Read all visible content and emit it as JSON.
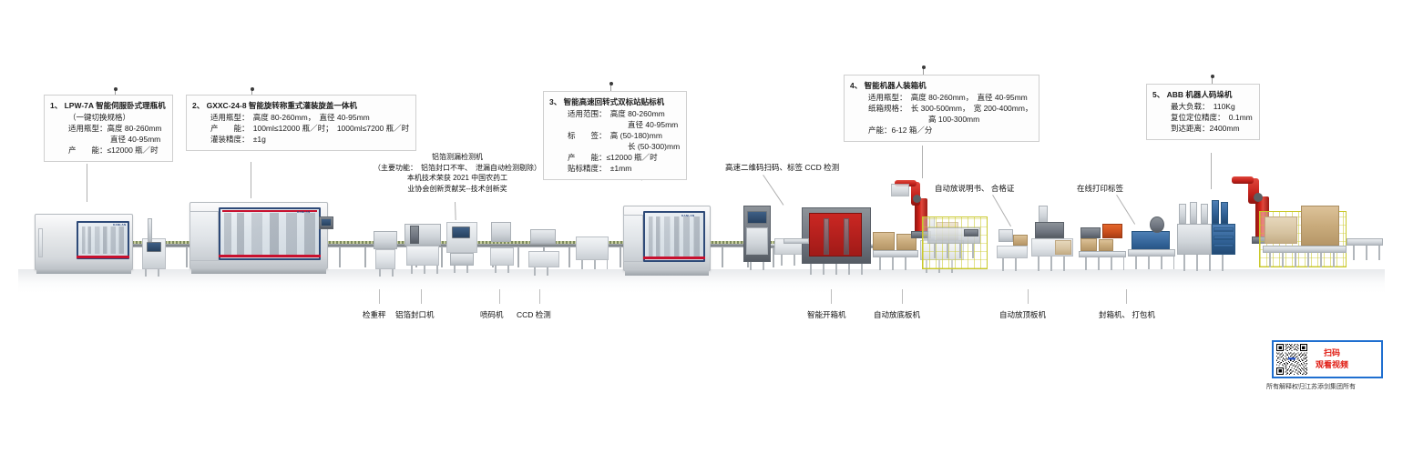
{
  "page": {
    "copyright": "所有解释权归江苏添剑集团所有"
  },
  "specs": [
    {
      "id": "bottle-unscrambler",
      "index": "1、",
      "title": "LPW-7A 智能伺服卧式理瓶机",
      "lines": [
        {
          "text": "（一键切换规格）",
          "indent": 1
        },
        {
          "text": "适用瓶型：高度 80-260mm",
          "indent": 1
        },
        {
          "text": "直径 40-95mm",
          "indent": 2
        },
        {
          "text": "产　　能：≤12000 瓶／时",
          "indent": 1
        }
      ]
    },
    {
      "id": "filling-capping-machine",
      "index": "2、",
      "title": "GXXC-24-8 智能旋转称重式灌装旋盖一体机",
      "lines": [
        {
          "text": "适用瓶型：　高度 80-260mm，　直径 40-95mm",
          "indent": 1
        },
        {
          "text": "产　　能：　100ml≤12000 瓶／时；　1000ml≤7200 瓶／时",
          "indent": 1
        },
        {
          "text": "灌装精度：　±1g",
          "indent": 1
        }
      ]
    },
    {
      "id": "labeling-machine",
      "index": "3、",
      "title": "智能高速回转式双标站贴标机",
      "lines": [
        {
          "text": "适用范围：　高度 80-260mm",
          "indent": 1
        },
        {
          "text": "直径 40-95mm",
          "indent": 3
        },
        {
          "text": "标　　签：　高 (50-180)mm",
          "indent": 1
        },
        {
          "text": "长 (50-300)mm",
          "indent": 3
        },
        {
          "text": "产　　能：≤12000 瓶／时",
          "indent": 1
        },
        {
          "text": "贴标精度：　±1mm",
          "indent": 1
        }
      ]
    },
    {
      "id": "robot-case-packer",
      "index": "4、",
      "title": "智能机器人装箱机",
      "lines": [
        {
          "text": "适用瓶型：　高度 80-260mm，　直径 40-95mm",
          "indent": 1
        },
        {
          "text": "纸箱规格：　长 300-500mm，　宽 200-400mm，",
          "indent": 1
        },
        {
          "text": "高 100-300mm",
          "indent": 3
        },
        {
          "text": "产能：6-12 箱／分",
          "indent": 1
        }
      ]
    },
    {
      "id": "abb-palletizer",
      "index": "5、",
      "title": "ABB 机器人码垛机",
      "lines": [
        {
          "text": "最大负载：　110Kg",
          "indent": 1
        },
        {
          "text": "复位定位精度：　0.1mm",
          "indent": 1
        },
        {
          "text": "到达距离：2400mm",
          "indent": 1
        }
      ]
    }
  ],
  "foil_detector": {
    "title": "铝箔测漏检测机",
    "function": "（主要功能：　铝箔封口不牢、　泄漏自动检测剔除）",
    "award_line1": "本机技术荣获 2021 中国农药工",
    "award_line2": "业协会创新贡献奖--技术创新奖"
  },
  "upper_callouts": [
    {
      "id": "qr-scan-ccd",
      "text": "高速二维码扫码、标签 CCD 检测"
    },
    {
      "id": "insert-manual",
      "text": "自动放说明书、 合格证"
    },
    {
      "id": "online-label-print",
      "text": "在线打印标签"
    }
  ],
  "lower_callouts": [
    {
      "id": "checkweigher",
      "text": "检重秤"
    },
    {
      "id": "foil-sealer",
      "text": "铝箔封口机"
    },
    {
      "id": "inkjet-coder",
      "text": "喷码机"
    },
    {
      "id": "ccd-inspection",
      "text": "CCD 检测"
    },
    {
      "id": "case-erector",
      "text": "智能开箱机"
    },
    {
      "id": "bottom-pad-placer",
      "text": "自动放底板机"
    },
    {
      "id": "top-pad-placer",
      "text": "自动放顶板机"
    },
    {
      "id": "sealer-strapper",
      "text": "封箱机、 打包机"
    }
  ],
  "qr_panel": {
    "line1": "扫码",
    "line2": "观看视频"
  },
  "colors": {
    "accent_red": "#e01b12",
    "machine_red": "#c8102e",
    "glass_blue": "#2e4a78",
    "fence_yellow": "#c9c82a",
    "qr_border": "#1f6fd0"
  }
}
